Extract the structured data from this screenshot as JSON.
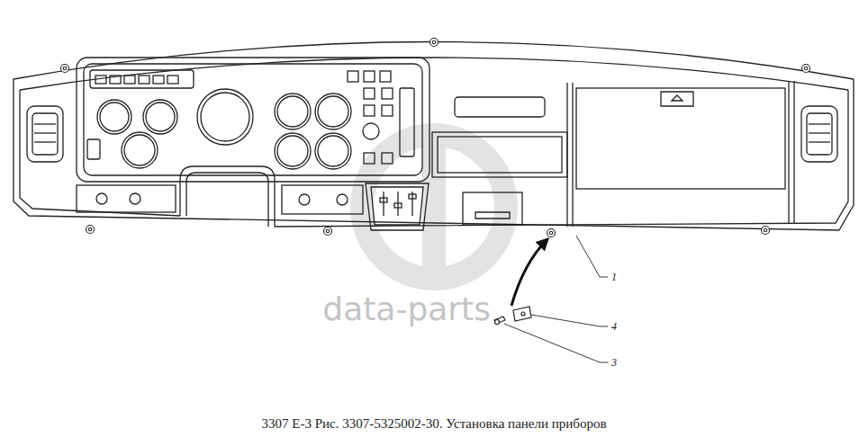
{
  "diagram": {
    "caption": "3307 Е-3 Рис. 3307-5325002-30. Установка панели приборов",
    "labels": [
      "1",
      "4",
      "3",
      "data-parts"
    ]
  }
}
